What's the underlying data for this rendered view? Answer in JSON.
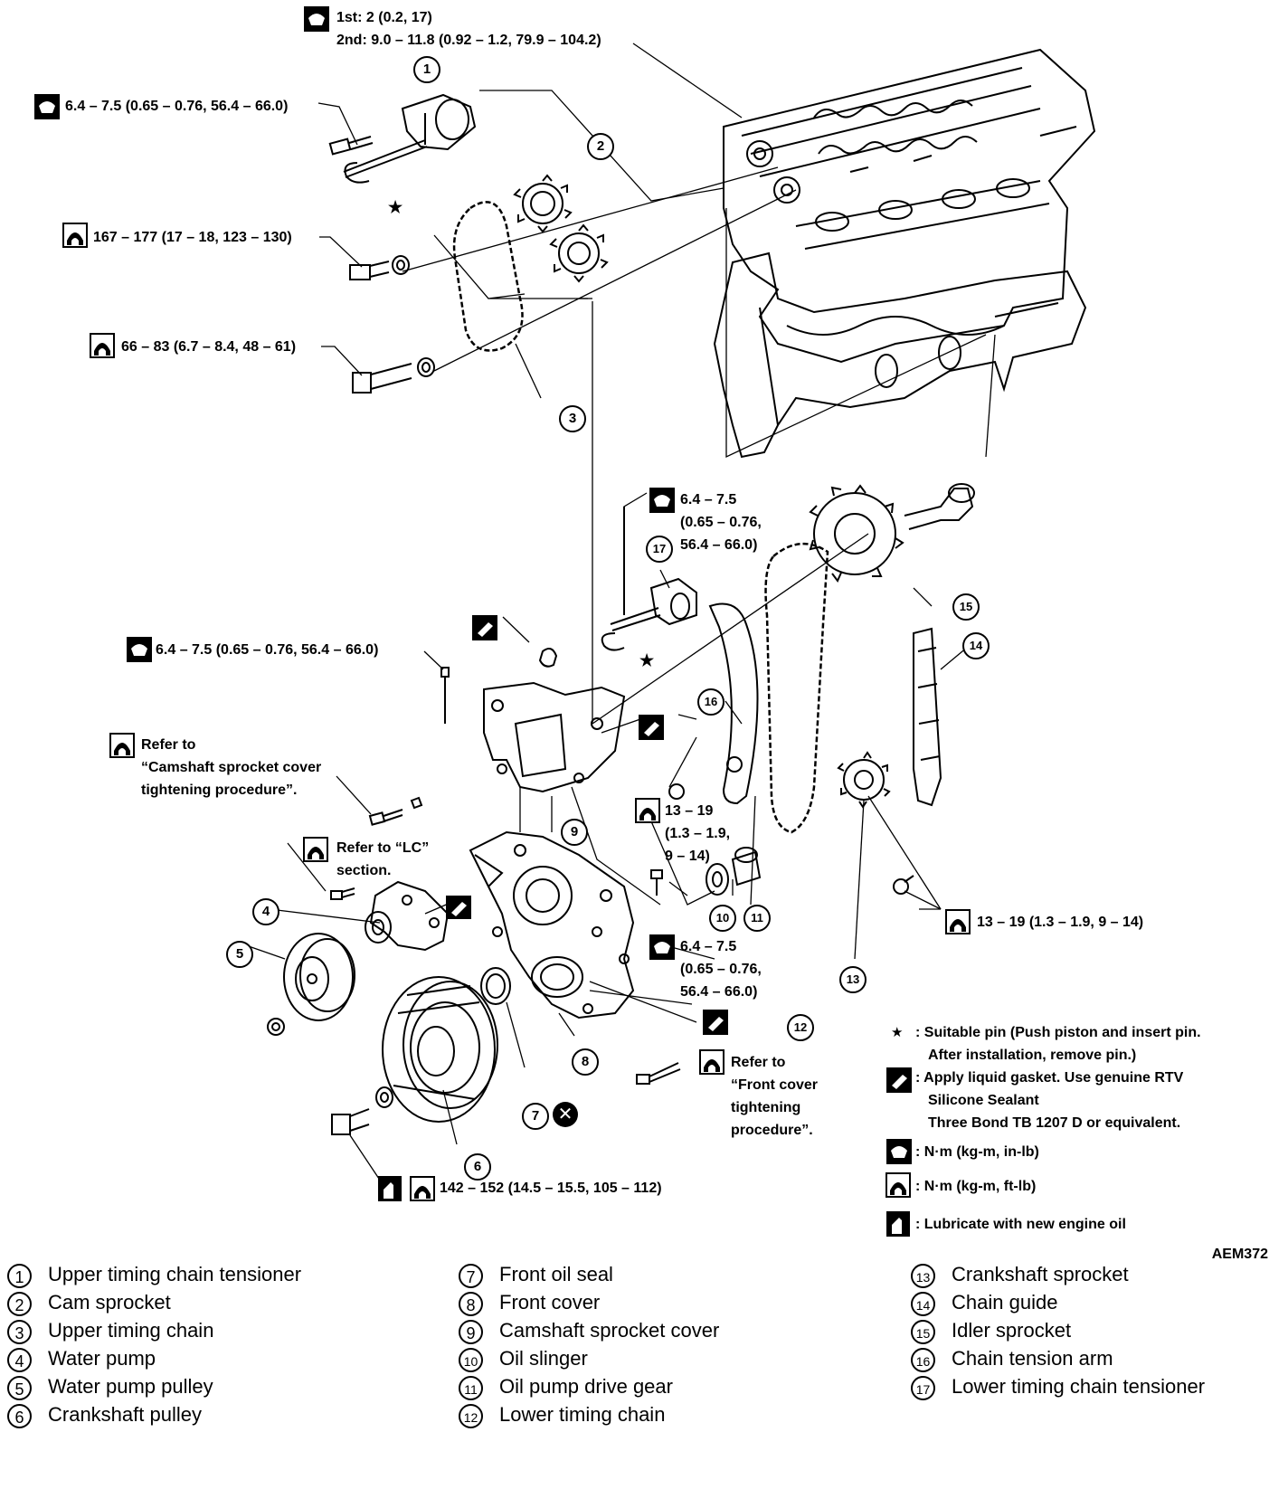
{
  "figure_id": "AEM372",
  "torque_labels": {
    "cam_bolt_1": "1st: 2 (0.2, 17)",
    "cam_bolt_2": "2nd: 9.0 – 11.8 (0.92 – 1.2, 79.9 – 104.2)",
    "tensioner_bolt": "6.4 – 7.5 (0.65 – 0.76, 56.4 – 66.0)",
    "sprocket_bolt_upper": "167 – 177 (17 – 18, 123 – 130)",
    "sprocket_bolt_lower": "66 – 83 (6.7 – 8.4, 48 – 61)",
    "lower_tensioner_bolt_1": "6.4 – 7.5",
    "lower_tensioner_bolt_2": "(0.65 – 0.76,",
    "lower_tensioner_bolt_3": "56.4 – 66.0)",
    "cover_bolt": "6.4 – 7.5 (0.65 – 0.76, 56.4 – 66.0)",
    "refer_cam_cover_1": "Refer to",
    "refer_cam_cover_2": "“Camshaft sprocket cover",
    "refer_cam_cover_3": "tightening procedure”.",
    "refer_lc_1": "Refer to “LC”",
    "refer_lc_2": "section.",
    "arm_bolt_1": "13 – 19",
    "arm_bolt_2": "(1.3 – 1.9,",
    "arm_bolt_3": "9 – 14)",
    "guide_bolt": "13 – 19 (1.3 – 1.9, 9 – 14)",
    "front_bolt_1": "6.4 – 7.5",
    "front_bolt_2": "(0.65 – 0.76,",
    "front_bolt_3": "56.4 – 66.0)",
    "refer_front_1": "Refer to",
    "refer_front_2": "“Front cover",
    "refer_front_3": "tightening",
    "refer_front_4": "procedure”.",
    "pulley_bolt": "142 – 152 (14.5 – 15.5, 105 – 112)"
  },
  "legend": {
    "pin_symbol": "★",
    "pin_1": ": Suitable pin (Push piston and insert pin.",
    "pin_2": "After installation, remove pin.)",
    "gasket_1": ": Apply liquid gasket.  Use genuine RTV",
    "gasket_2": "Silicone Sealant",
    "gasket_3": "Three Bond TB 1207 D or equivalent.",
    "nm_inlb": ": N·m (kg-m, in-lb)",
    "nm_ftlb": ": N·m (kg-m, ft-lb)",
    "lube": ": Lubricate with new engine oil"
  },
  "star": "★",
  "xmark": "✕",
  "callouts": [
    "1",
    "2",
    "3",
    "4",
    "5",
    "6",
    "7",
    "8",
    "9",
    "10",
    "11",
    "12",
    "13",
    "14",
    "15",
    "16",
    "17"
  ],
  "parts": [
    {
      "num": "1",
      "name": "Upper timing chain tensioner"
    },
    {
      "num": "2",
      "name": "Cam sprocket"
    },
    {
      "num": "3",
      "name": "Upper timing chain"
    },
    {
      "num": "4",
      "name": "Water pump"
    },
    {
      "num": "5",
      "name": "Water pump pulley"
    },
    {
      "num": "6",
      "name": "Crankshaft pulley"
    },
    {
      "num": "7",
      "name": "Front oil seal"
    },
    {
      "num": "8",
      "name": "Front cover"
    },
    {
      "num": "9",
      "name": "Camshaft sprocket cover"
    },
    {
      "num": "10",
      "name": "Oil slinger"
    },
    {
      "num": "11",
      "name": "Oil pump drive gear"
    },
    {
      "num": "12",
      "name": "Lower timing chain"
    },
    {
      "num": "13",
      "name": "Crankshaft sprocket"
    },
    {
      "num": "14",
      "name": "Chain guide"
    },
    {
      "num": "15",
      "name": "Idler sprocket"
    },
    {
      "num": "16",
      "name": "Chain tension arm"
    },
    {
      "num": "17",
      "name": "Lower timing chain tensioner"
    }
  ]
}
